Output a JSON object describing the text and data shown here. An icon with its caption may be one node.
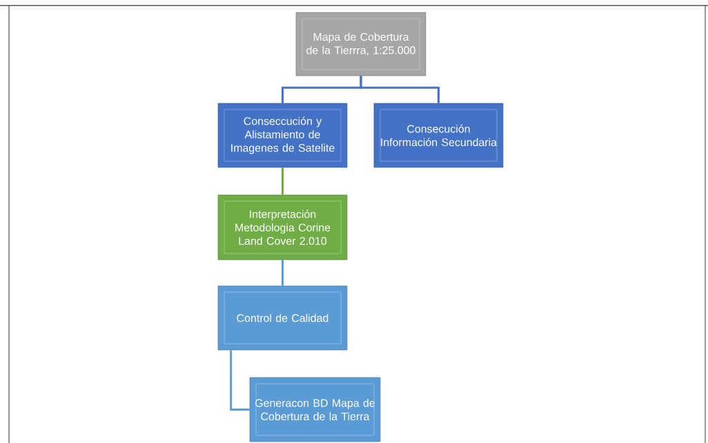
{
  "diagram": {
    "nodes": [
      {
        "text": [
          "Mapa de Cobertura de la Tierrra, 1:25.000"
        ]
      },
      {
        "text": [
          "Conseccución  y Alistamiento de Imagenes de Satelite"
        ]
      },
      {
        "text": [
          "Consecución Información Secundaria"
        ]
      },
      {
        "text": [
          "Interpretación Metodologia Corine Land Cover 2.010"
        ]
      },
      {
        "text": [
          "Control de Calidad"
        ]
      },
      {
        "text": [
          "Generacon BD  Mapa de Cobertura de la Tierra"
        ]
      }
    ],
    "edges": [
      {
        "from": 0,
        "to": 1,
        "arrow": "none",
        "color": "#4472c4"
      },
      {
        "from": 0,
        "to": 2,
        "arrow": "none",
        "color": "#4472c4"
      },
      {
        "from": 1,
        "to": 3,
        "arrow": "none",
        "color": "#70ad47"
      },
      {
        "from": 3,
        "to": 4,
        "arrow": "none",
        "color": "#5b9bd5"
      },
      {
        "from": 4,
        "to": 5,
        "arrow": "none",
        "color": "#5b9bd5"
      }
    ]
  }
}
